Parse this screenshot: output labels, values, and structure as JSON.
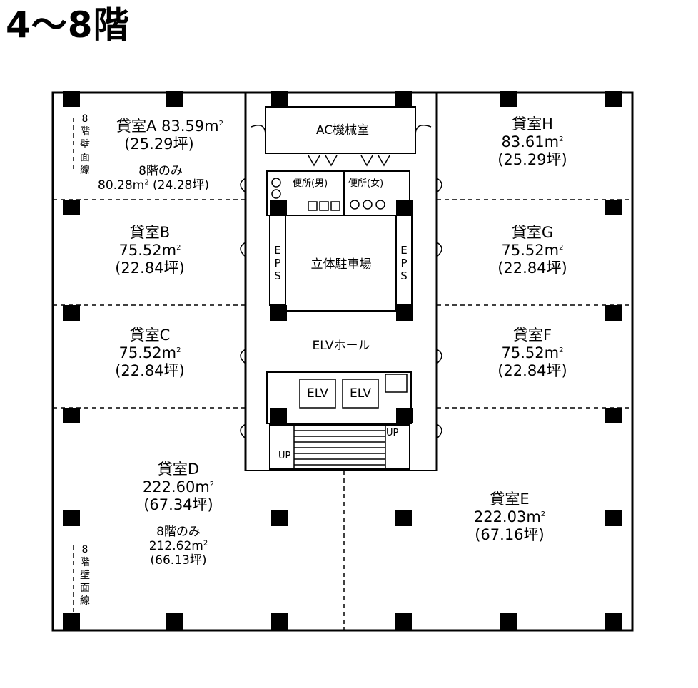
{
  "title": "4～8階",
  "rooms": {
    "a": {
      "name": "貸室A",
      "area": "83.59m",
      "tsubo": "(25.29坪)",
      "note": "8階のみ",
      "note_area": "80.28m",
      "note_tsubo": "(24.28坪)"
    },
    "b": {
      "name": "貸室B",
      "area": "75.52m",
      "tsubo": "(22.84坪)"
    },
    "c": {
      "name": "貸室C",
      "area": "75.52m",
      "tsubo": "(22.84坪)"
    },
    "d": {
      "name": "貸室D",
      "area": "222.60m",
      "tsubo": "(67.34坪)",
      "note": "8階のみ",
      "note_area": "212.62m",
      "note_tsubo": "(66.13坪)"
    },
    "e": {
      "name": "貸室E",
      "area": "222.03m",
      "tsubo": "(67.16坪)"
    },
    "f": {
      "name": "貸室F",
      "area": "75.52m",
      "tsubo": "(22.84坪)"
    },
    "g": {
      "name": "貸室G",
      "area": "75.52m",
      "tsubo": "(22.84坪)"
    },
    "h": {
      "name": "貸室H",
      "area": "83.61m",
      "tsubo": "(25.29坪)"
    }
  },
  "sup2": "2",
  "core": {
    "ac": "AC機械室",
    "wc_m": "便所(男)",
    "wc_f": "便所(女)",
    "parking": "立体駐車場",
    "eps": "EPS",
    "elv_hall": "ELVホール",
    "elv": "ELV",
    "up": "UP"
  },
  "wall_line_label": "8階壁面線"
}
